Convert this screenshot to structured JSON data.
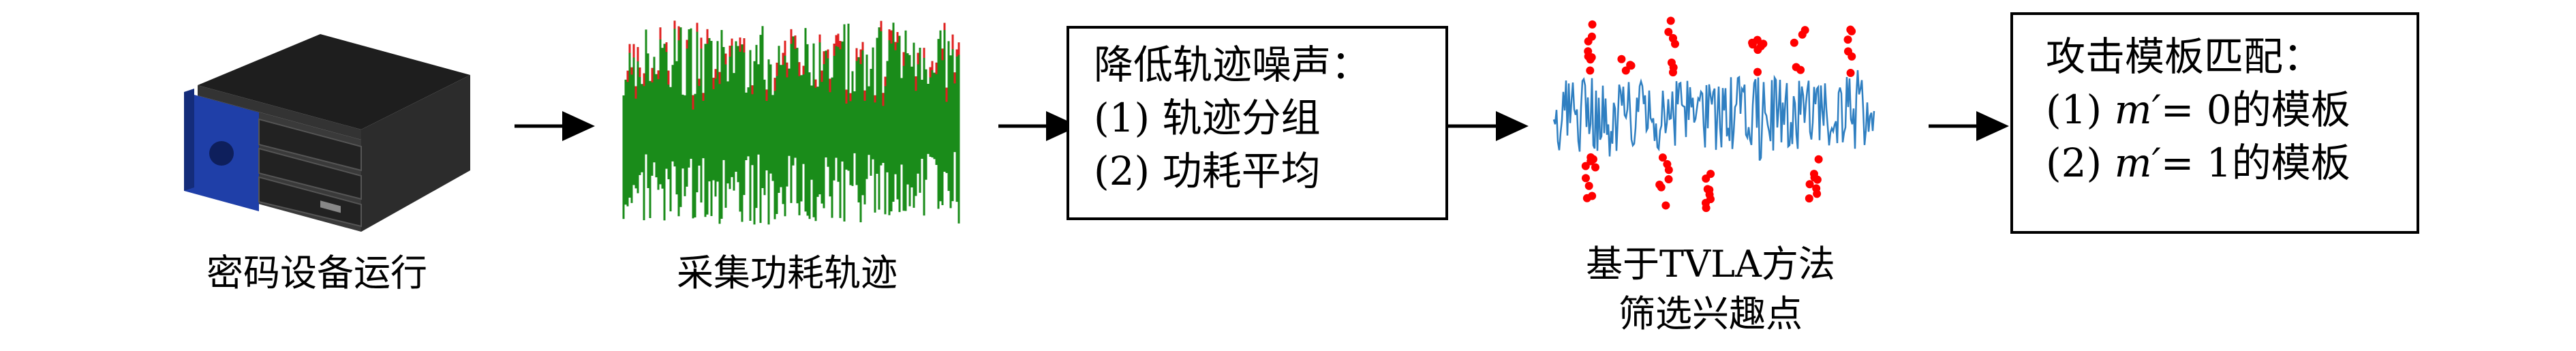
{
  "captions": {
    "device": "密码设备运行",
    "collect": "采集功耗轨迹",
    "tvla_line1": "基于TVLA方法",
    "tvla_line2": "筛选兴趣点"
  },
  "noise_box": {
    "title": "降低轨迹噪声：",
    "item1": "(1) 轨迹分组",
    "item2": "(2) 功耗平均"
  },
  "attack_box": {
    "title": "攻击模板匹配：",
    "item1_prefix": "(1) ",
    "item1_var": "m′",
    "item1_suffix": "= 0的模板",
    "item2_prefix": "(2) ",
    "item2_var": "m′",
    "item2_suffix": "= 1的模板"
  },
  "colors": {
    "device_blue": "#1f3fa8",
    "device_dark": "#2a2a2a",
    "trace_green": "#1a8c1a",
    "trace_red": "#e02020",
    "tvla_blue": "#2f7fc1",
    "tvla_red": "#ff0000"
  },
  "icons": [
    "server-device-icon",
    "power-trace-icon",
    "tvla-trace-icon",
    "arrow-right-icon"
  ]
}
